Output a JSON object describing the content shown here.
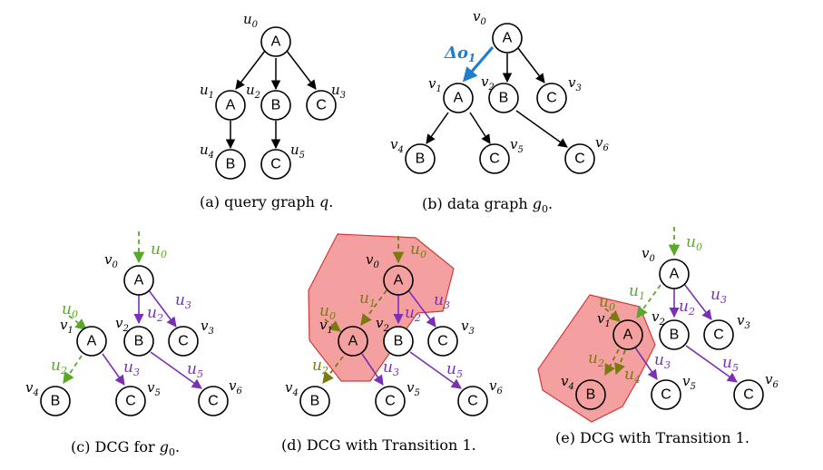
{
  "panels": {
    "a": {
      "caption": "(a) query graph ",
      "caption_var": "q",
      "caption_end": ".",
      "nodes": {
        "u0": "A",
        "u1": "A",
        "u2": "B",
        "u3": "C",
        "u4": "B",
        "u5": "C"
      },
      "node_labels": {
        "u0": "u",
        "u0_sub": "0",
        "u1": "u",
        "u1_sub": "1",
        "u2": "u",
        "u2_sub": "2",
        "u3": "u",
        "u3_sub": "3",
        "u4": "u",
        "u4_sub": "4",
        "u5": "u",
        "u5_sub": "5"
      }
    },
    "b": {
      "caption": "(b) data graph ",
      "caption_var": "g",
      "caption_sub": "0",
      "caption_end": ".",
      "delta_label": "Δo",
      "delta_sub": "1",
      "nodes": {
        "v0": "A",
        "v1": "A",
        "v2": "B",
        "v3": "C",
        "v4": "B",
        "v5": "C",
        "v6": "C"
      }
    },
    "c": {
      "caption": "(c) DCG for ",
      "caption_var": "g",
      "caption_sub": "0",
      "caption_end": ".",
      "nodes": {
        "v0": "A",
        "v1": "A",
        "v2": "B",
        "v3": "C",
        "v4": "B",
        "v5": "C",
        "v6": "C"
      }
    },
    "d": {
      "caption": "(d) DCG with Transition 1.",
      "nodes": {
        "v0": "A",
        "v1": "A",
        "v2": "B",
        "v3": "C",
        "v4": "B",
        "v5": "C",
        "v6": "C"
      }
    },
    "e": {
      "caption": "(e) DCG with Transition 1.",
      "nodes": {
        "v0": "A",
        "v1": "A",
        "v2": "B",
        "v3": "C",
        "v4": "B",
        "v5": "C",
        "v6": "C"
      }
    }
  },
  "symbols": {
    "u": "u",
    "v": "v",
    "s0": "0",
    "s1": "1",
    "s2": "2",
    "s3": "3",
    "s4": "4",
    "s5": "5",
    "s6": "6"
  },
  "colors": {
    "purple": "#7b2fb6",
    "green": "#5aa82a",
    "olive": "#7a7a10",
    "blue": "#1f7fcf",
    "region": "#f08080"
  }
}
